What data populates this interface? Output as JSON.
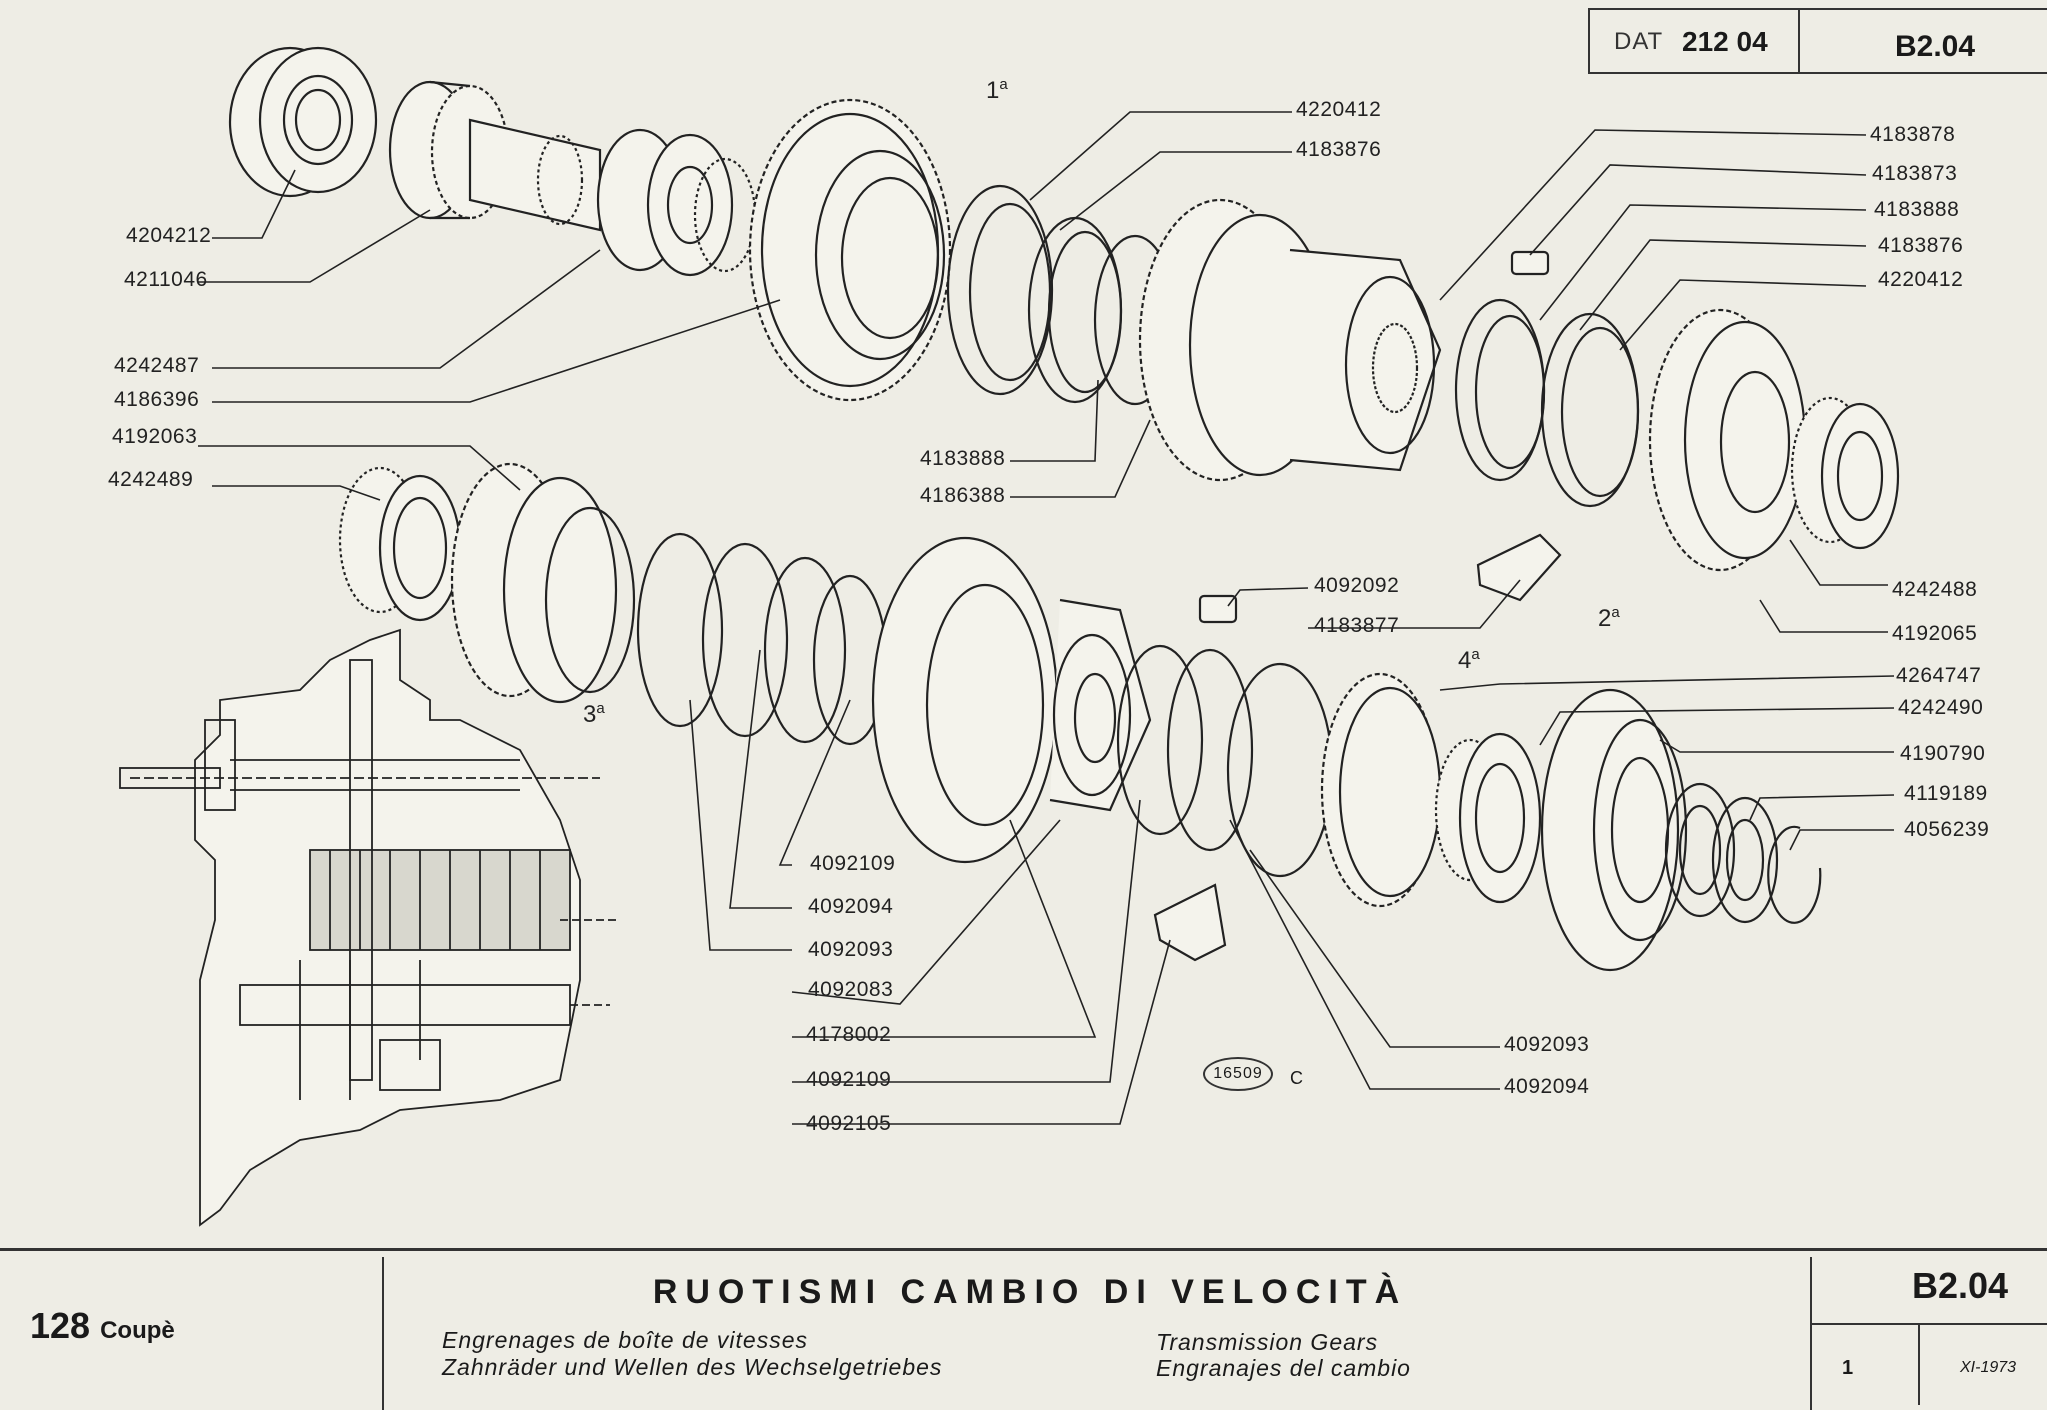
{
  "header": {
    "dat_label": "DAT",
    "dat_code": "212 04",
    "ref": "B2.04"
  },
  "footer": {
    "model": "128",
    "model_suffix": "Coupè",
    "title": "RUOTISMI CAMBIO DI VELOCITÀ",
    "subtitles": {
      "fr": "Engrenages de boîte de vitesses",
      "de": "Zahnräder und Wellen des Wechselgetriebes",
      "en": "Transmission Gears",
      "es": "Engranajes del cambio"
    },
    "ref": "B2.04",
    "sheet": "1",
    "date": "XI-1973"
  },
  "figure": {
    "number": "16509",
    "letter": "C"
  },
  "gear_refs": [
    "1",
    "2",
    "3",
    "4"
  ],
  "gear_ref_suffix": "a",
  "parts": [
    "4204212",
    "4211046",
    "4242487",
    "4186396",
    "4192063",
    "4242489",
    "4220412",
    "4183876",
    "4183888",
    "4186388",
    "4183878",
    "4183873",
    "4183888",
    "4183876",
    "4220412",
    "4092092",
    "4183877",
    "4242488",
    "4192065",
    "4264747",
    "4242490",
    "4190790",
    "4119189",
    "4056239",
    "4092109",
    "4092094",
    "4092093",
    "4092083",
    "4178002",
    "4092109",
    "4092105",
    "4092093",
    "4092094"
  ]
}
